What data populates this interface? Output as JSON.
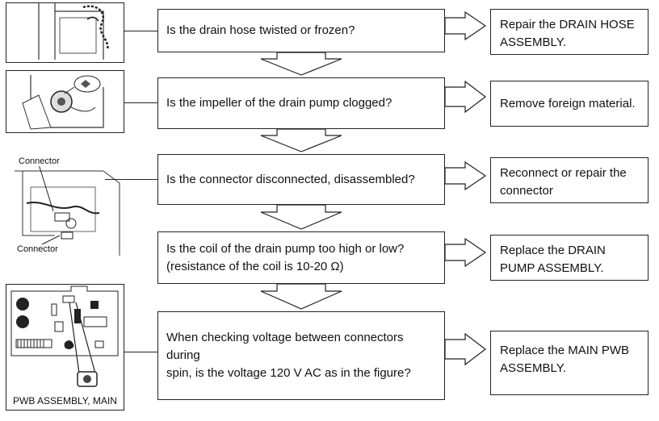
{
  "steps": [
    {
      "question": "Is the drain hose twisted or frozen?",
      "action": "Repair the DRAIN HOSE\nASSEMBLY."
    },
    {
      "question": "Is the impeller of the drain pump clogged?",
      "action": "Remove foreign material."
    },
    {
      "question": "Is the connector disconnected, disassembled?",
      "action": "Reconnect or repair the\nconnector"
    },
    {
      "question": "Is the coil of the drain pump too high or low?\n(resistance of the coil is 10-20 Ω)",
      "action": "Replace the DRAIN\nPUMP ASSEMBLY."
    },
    {
      "question": "When checking voltage between connectors during\nspin, is the voltage 120 V AC as in the figure?",
      "action": "Replace the MAIN PWB\nASSEMBLY."
    }
  ],
  "figure_labels": {
    "connector_top": "Connector",
    "connector_bottom": "Connector",
    "pwb": "PWB ASSEMBLY, MAIN"
  }
}
